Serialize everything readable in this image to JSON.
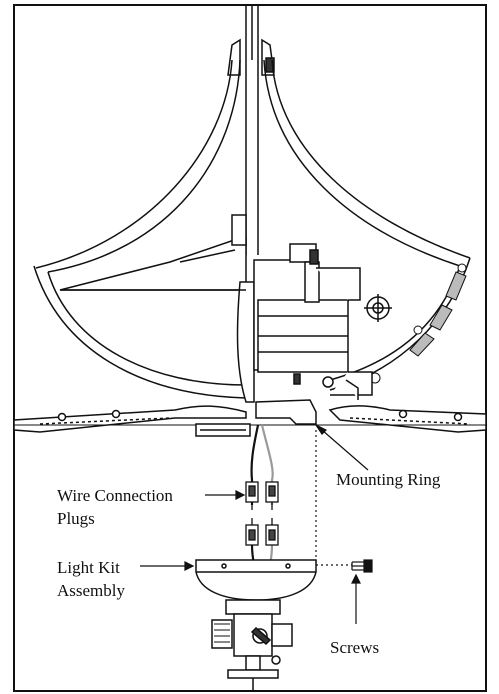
{
  "labels": {
    "mounting_ring": "Mounting Ring",
    "wire_connection_line1": "Wire Connection",
    "wire_connection_line2": "Plugs",
    "light_kit_line1": "Light Kit",
    "light_kit_line2": "Assembly",
    "screws": "Screws"
  },
  "colors": {
    "ink": "#111111",
    "gray_wire": "#9a9a9a",
    "paper": "#ffffff"
  }
}
